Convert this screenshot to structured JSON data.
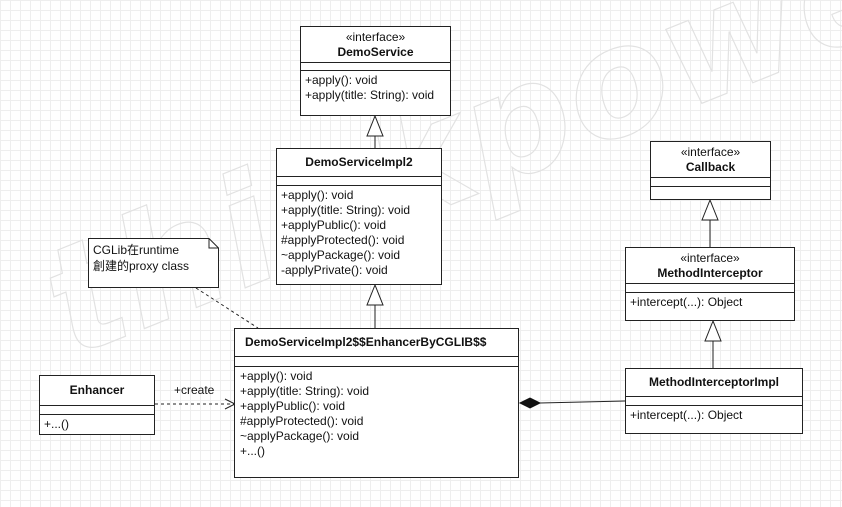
{
  "watermark": "thinkpower",
  "classes": {
    "demo_service": {
      "stereotype": "«interface»",
      "name": "DemoService",
      "attributes": [],
      "methods": [
        "+apply(): void",
        "+apply(title: String): void"
      ]
    },
    "demo_service_impl2": {
      "name": "DemoServiceImpl2",
      "attributes": [],
      "methods": [
        "+apply(): void",
        "+apply(title: String): void",
        "+applyPublic(): void",
        "#applyProtected(): void",
        "~applyPackage(): void",
        "-applyPrivate(): void"
      ]
    },
    "enhancer_class": {
      "name": "DemoServiceImpl2$$EnhancerByCGLIB$$",
      "attributes": [],
      "methods": [
        "+apply(): void",
        "+apply(title: String): void",
        "+applyPublic(): void",
        "#applyProtected(): void",
        "~applyPackage(): void",
        "+...()"
      ]
    },
    "enhancer": {
      "name": "Enhancer",
      "attributes": [],
      "methods": [
        "+...()"
      ]
    },
    "callback": {
      "stereotype": "«interface»",
      "name": "Callback",
      "attributes": [],
      "methods": []
    },
    "method_interceptor": {
      "stereotype": "«interface»",
      "name": "MethodInterceptor",
      "attributes": [],
      "methods": [
        "+intercept(...): Object"
      ]
    },
    "method_interceptor_impl": {
      "name": "MethodInterceptorImpl",
      "attributes": [],
      "methods": [
        "+intercept(...): Object"
      ]
    }
  },
  "note": {
    "lines": [
      "CGLib在runtime",
      "創建的proxy class"
    ]
  },
  "relations": [
    {
      "from": "DemoServiceImpl2",
      "to": "DemoService",
      "type": "realization"
    },
    {
      "from": "DemoServiceImpl2$$EnhancerByCGLIB$$",
      "to": "DemoServiceImpl2",
      "type": "generalization"
    },
    {
      "from": "Enhancer",
      "to": "DemoServiceImpl2$$EnhancerByCGLIB$$",
      "type": "dependency",
      "label": "+create"
    },
    {
      "from": "MethodInterceptor",
      "to": "Callback",
      "type": "generalization"
    },
    {
      "from": "MethodInterceptorImpl",
      "to": "MethodInterceptor",
      "type": "realization"
    },
    {
      "from": "DemoServiceImpl2$$EnhancerByCGLIB$$",
      "to": "MethodInterceptorImpl",
      "type": "composition"
    }
  ]
}
